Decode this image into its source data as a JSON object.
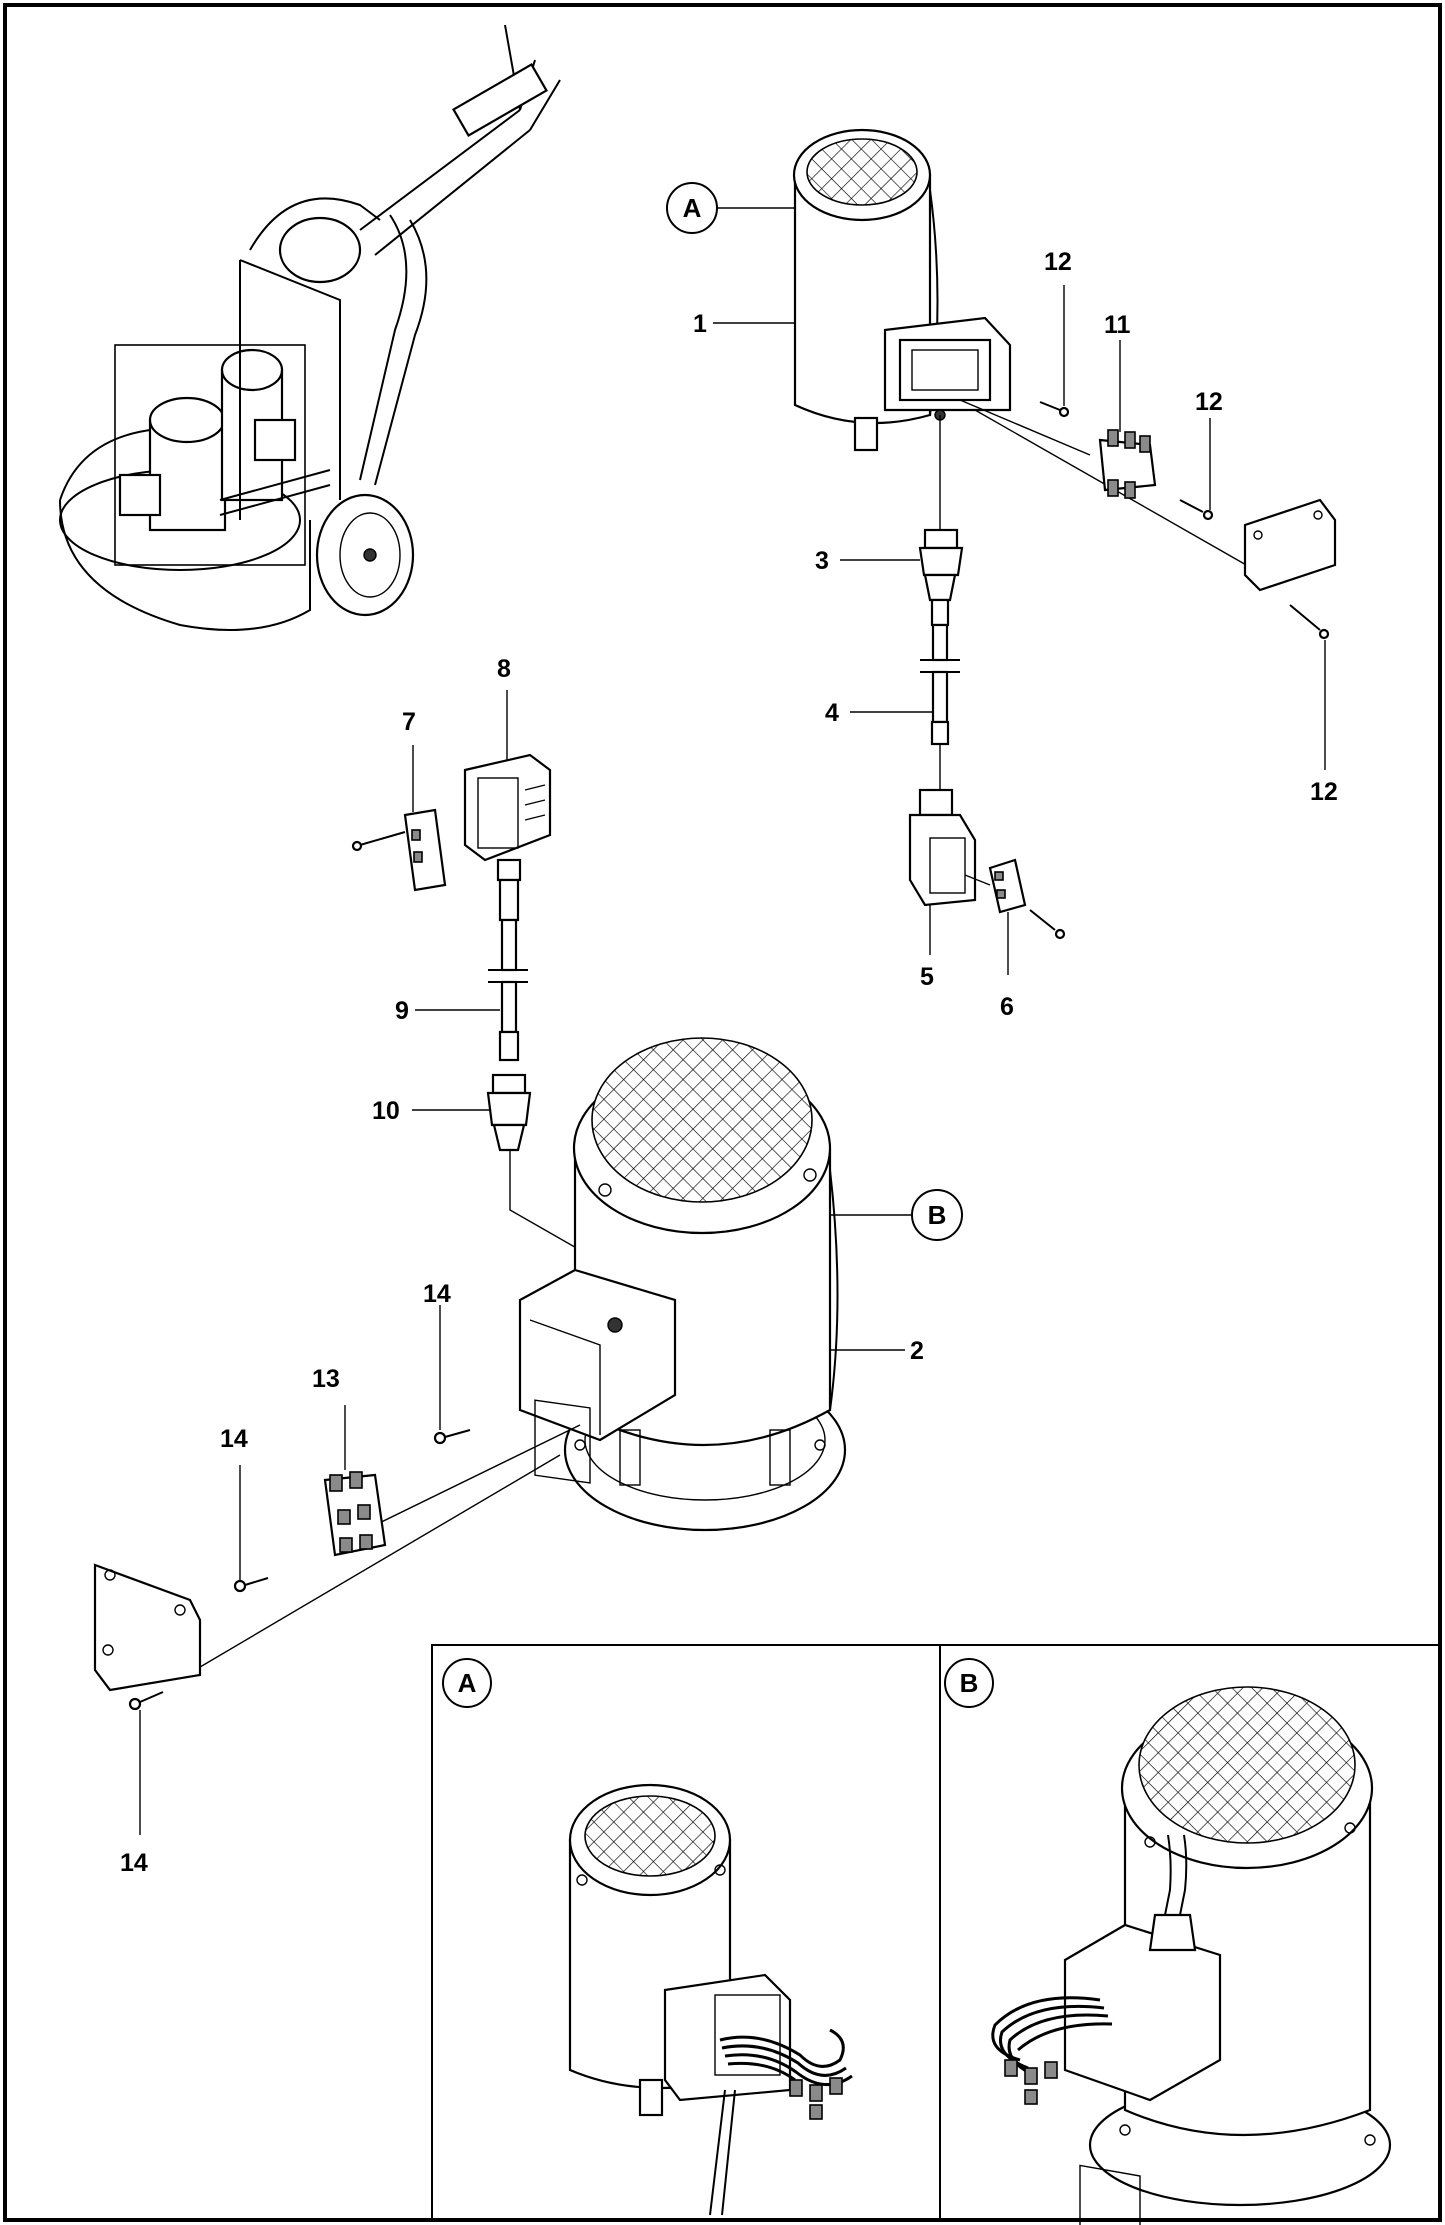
{
  "callouts": {
    "A": "A",
    "B": "B"
  },
  "parts": [
    "1",
    "2",
    "3",
    "4",
    "5",
    "6",
    "7",
    "8",
    "9",
    "10",
    "11",
    "12",
    "13",
    "14"
  ],
  "repeat_labels": {
    "p12b": "12",
    "p12c": "12",
    "p14b": "14",
    "p14c": "14"
  },
  "detail_panels": {
    "left": "A",
    "right": "B"
  }
}
